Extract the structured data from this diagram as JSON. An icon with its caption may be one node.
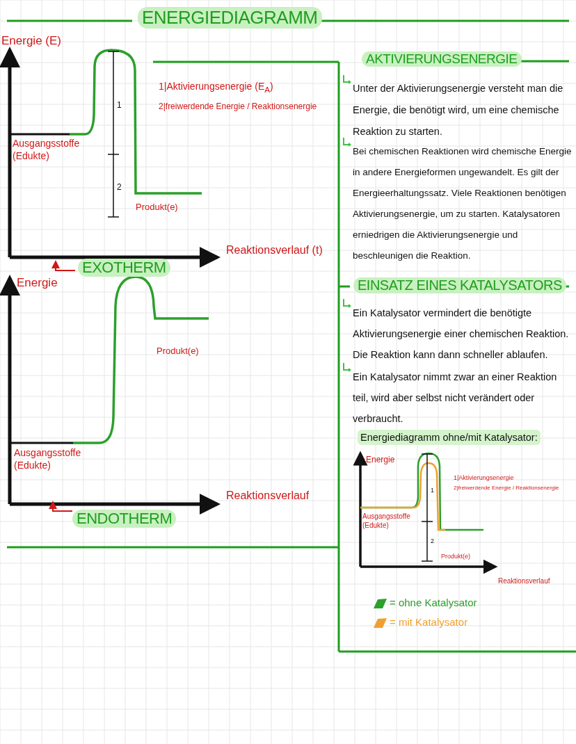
{
  "diagram": {
    "title": "ENERGIEDIAGRAMM",
    "labels": [
      "Energie (E)",
      "1",
      "1|Aktivierungsenergie (E$_{A}$)",
      "2|freiwerdende Energie / Reaktionsenergie",
      "Ausgangsstoffe (Edukte)",
      "2",
      "Produkt(e)",
      "Reaktionsverlauf (t)",
      "EXOTHERM",
      "AKTIVIERUNGSENERGIE",
      "Unter der Aktivierungsenergie versteht man die Energie, die benötigt wird, um eine chemische Reaktion zu starten.",
      "Bei chemischen Reaktionen wird chemische Energie in andere Energieformen ungewandelt. Es gilt der Energieerhaltungssatz. Viele Reaktionen benötigen Aktivierungsenergie, um zu starten. Katalysatoren erniedrigen die Aktivierungsenergie und beschleunigen die Reaktion.",
      "Energie",
      "Produkt(e)",
      "Ausgangsstoffe (Edukte)",
      "Reaktionsverlauf",
      "ENDOTHERM",
      "EINSATZ EINES KATALYSATORS",
      "Ein Katalysator vermindert die benötigte Aktivierungsenergie einer chemischen Reaktion. Die Reaktion kann dann schneller ablaufen.",
      "Ein Katalysator nimmt zwar an einer Reaktion teil, wird aber selbst nicht verändert oder verbraucht.",
      "Energiediagramm ohne/mit Katalysator:",
      "Energie",
      "1|Aktivierungsenergie",
      "2|freiwerdende Energie / Reaktionsenergie",
      "1",
      "Ausgangsstoffe (Edukte)",
      "2",
      "Produkt(e)",
      "Reaktionsverlauf"
    ],
    "legend": [
      {
        "text": "= ohne Katalysator",
        "color": "#2ca02c"
      },
      {
        "text": "= mit Katalysator",
        "color": "#f0a030"
      }
    ]
  }
}
